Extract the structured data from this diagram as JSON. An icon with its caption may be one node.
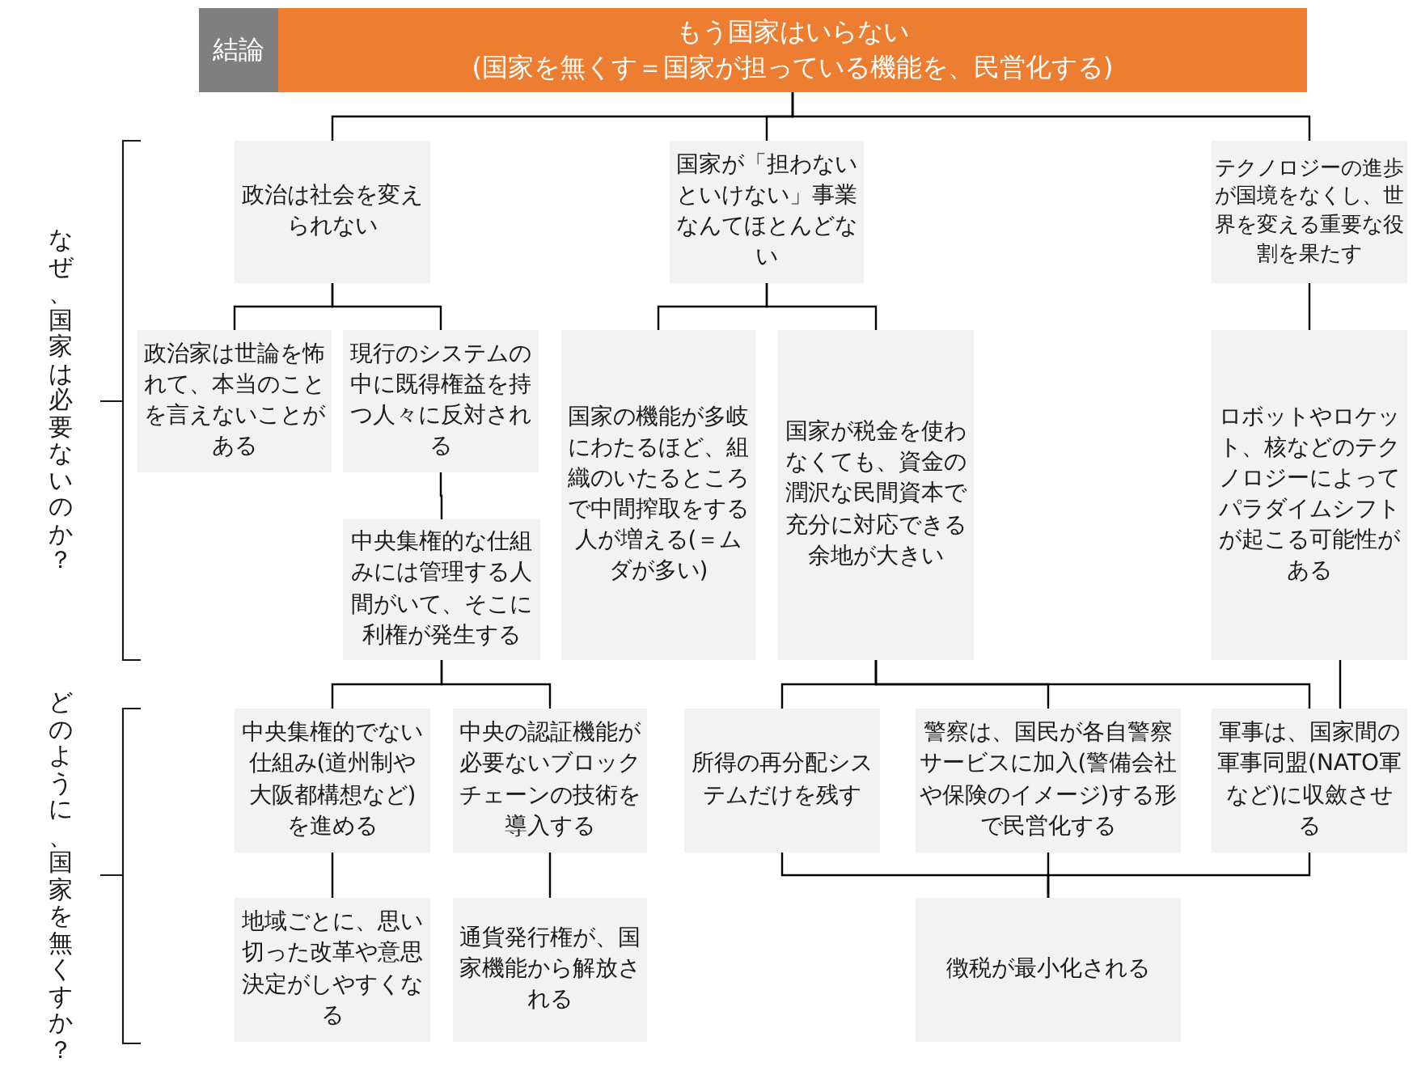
{
  "diagram": {
    "nodes": [
      {
        "text": [
          "結論"
        ]
      },
      {
        "text": [
          "もう国家はいらない",
          "(国家を無くす＝国家が担っている機能を、民営化する)"
        ]
      },
      {
        "text": [
          "政治は社会を変えられない"
        ]
      },
      {
        "text": [
          "国家が「担わないといけない」事業なんてほとんどない"
        ]
      },
      {
        "text": [
          "テクノロジーの進歩が国境をなくし、世界を変える重要な役割を果たす"
        ]
      },
      {
        "text": [
          "政治家は世論を怖れて、本当のことを言えないことがある"
        ]
      },
      {
        "text": [
          "現行のシステムの中に既得権益を持つ人々に反対される"
        ]
      },
      {
        "text": [
          "国家の機能が多岐にわたるほど、組織のいたるところで中間搾取をする人が増える(＝ムダが多い)"
        ]
      },
      {
        "text": [
          "国家が税金を使わなくても、資金の潤沢な民間資本で充分に対応できる余地が大きい"
        ]
      },
      {
        "text": [
          "ロボットやロケット、核などのテクノロジーによってパラダイムシフトが起こる可能性がある"
        ]
      },
      {
        "text": [
          "中央集権的な仕組みには管理する人間がいて、そこに利権が発生する"
        ]
      },
      {
        "text": [
          "中央集権的でない仕組み(道州制や大阪都構想など)を進める"
        ]
      },
      {
        "text": [
          "中央の認証機能が必要ないブロックチェーンの技術を導入する"
        ]
      },
      {
        "text": [
          "所得の再分配システムだけを残す"
        ]
      },
      {
        "text": [
          "警察は、国民が各自警察サービスに加入(警備会社や保険のイメージ)する形で民営化する"
        ]
      },
      {
        "text": [
          "軍事は、国家間の軍事同盟(NATO軍など)に収斂させる"
        ]
      },
      {
        "text": [
          "地域ごとに、思い切った改革や意思決定がしやすくなる"
        ]
      },
      {
        "text": [
          "通貨発行権が、国家機能から解放される"
        ]
      },
      {
        "text": [
          "徴税が最小化される"
        ]
      }
    ],
    "edges": [
      {
        "from": 1,
        "to": 2,
        "arrow": "none"
      },
      {
        "from": 1,
        "to": 3,
        "arrow": "none"
      },
      {
        "from": 1,
        "to": 4,
        "arrow": "none"
      },
      {
        "from": 2,
        "to": 5,
        "arrow": "none"
      },
      {
        "from": 2,
        "to": 6,
        "arrow": "none"
      },
      {
        "from": 3,
        "to": 7,
        "arrow": "none"
      },
      {
        "from": 3,
        "to": 8,
        "arrow": "none"
      },
      {
        "from": 4,
        "to": 9,
        "arrow": "none"
      },
      {
        "from": 6,
        "to": 10,
        "arrow": "none"
      },
      {
        "from": 10,
        "to": 11,
        "arrow": "none"
      },
      {
        "from": 10,
        "to": 12,
        "arrow": "none"
      },
      {
        "from": 8,
        "to": 13,
        "arrow": "none"
      },
      {
        "from": 8,
        "to": 14,
        "arrow": "none"
      },
      {
        "from": 8,
        "to": 15,
        "arrow": "none"
      },
      {
        "from": 9,
        "to": 15,
        "arrow": "none"
      },
      {
        "from": 11,
        "to": 16,
        "arrow": "none"
      },
      {
        "from": 12,
        "to": 17,
        "arrow": "none"
      },
      {
        "from": 13,
        "to": 18,
        "arrow": "none"
      },
      {
        "from": 14,
        "to": 18,
        "arrow": "none"
      },
      {
        "from": 15,
        "to": 18,
        "arrow": "none"
      }
    ],
    "labels": [
      "なぜ、国家は必要ないのか？",
      "どのように、国家を無くすか？"
    ]
  }
}
